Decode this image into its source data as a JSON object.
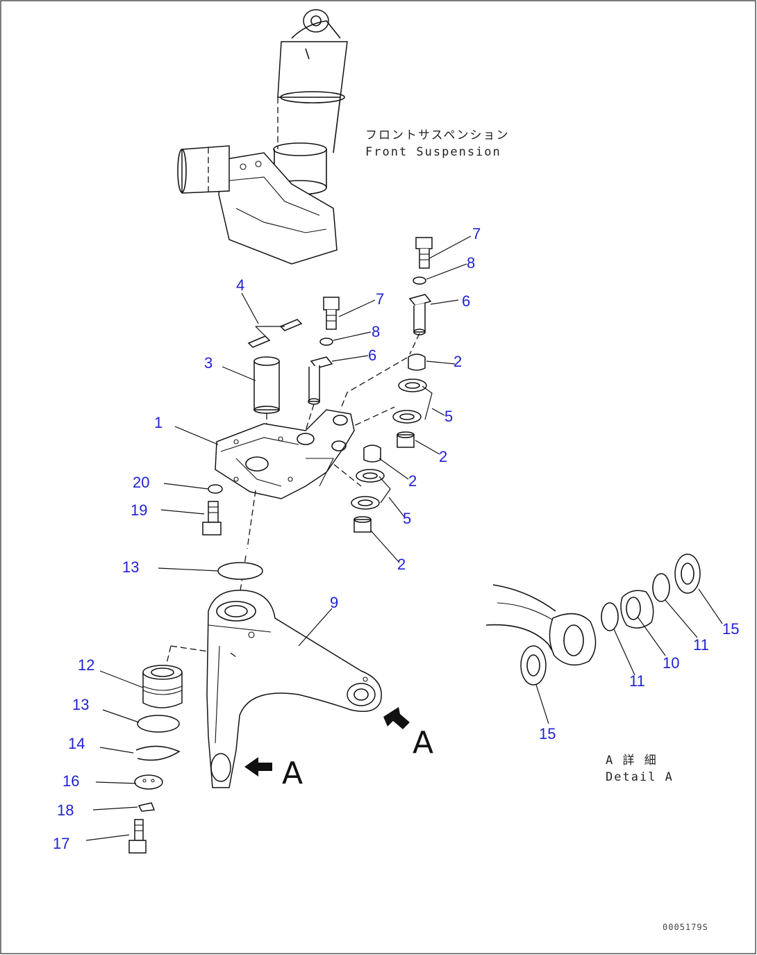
{
  "labels": {
    "jp_front_suspension": "フロントサスペンション",
    "front_suspension": "Front Suspension",
    "jp_detail_a": "A 詳 細",
    "detail_a": "Detail A",
    "view_a_1": "A",
    "view_a_2": "A",
    "drawing_code": "0005179S"
  },
  "callouts": [
    "1",
    "2",
    "2",
    "2",
    "2",
    "3",
    "4",
    "5",
    "5",
    "6",
    "6",
    "7",
    "7",
    "8",
    "8",
    "9",
    "10",
    "11",
    "11",
    "12",
    "13",
    "13",
    "14",
    "15",
    "15",
    "16",
    "17",
    "18",
    "19",
    "20"
  ],
  "colors": {
    "callout": "#1f1fd6",
    "line": "#111111"
  }
}
